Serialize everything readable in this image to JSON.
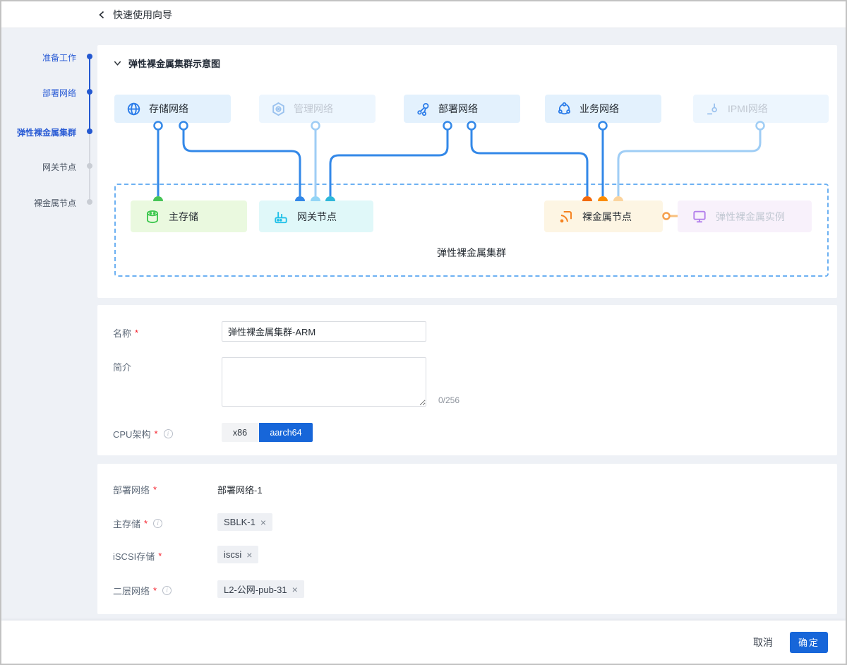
{
  "window": {
    "title": "快速使用向导"
  },
  "ui": {
    "required_mark": "*",
    "remove_mark": "×",
    "info_mark": "i"
  },
  "sidebar": {
    "steps": [
      {
        "label": "准备工作",
        "state": "done"
      },
      {
        "label": "部署网络",
        "state": "done"
      },
      {
        "label": "弹性裸金属集群",
        "state": "current"
      },
      {
        "label": "网关节点",
        "state": "pending"
      },
      {
        "label": "裸金属节点",
        "state": "pending"
      }
    ]
  },
  "diagram": {
    "section_title": "弹性裸金属集群示意图",
    "cluster_label": "弹性裸金属集群",
    "networks": [
      {
        "label": "存储网络",
        "icon": "globe-icon",
        "enabled": true
      },
      {
        "label": "管理网络",
        "icon": "hex-gear-icon",
        "enabled": false
      },
      {
        "label": "部署网络",
        "icon": "share-nodes-icon",
        "enabled": true
      },
      {
        "label": "业务网络",
        "icon": "ring-network-icon",
        "enabled": true
      },
      {
        "label": "IPMI网络",
        "icon": "ipmi-connector-icon",
        "enabled": false
      }
    ],
    "nodes": [
      {
        "label": "主存储",
        "icon": "database-icon",
        "theme": "green"
      },
      {
        "label": "网关节点",
        "icon": "router-icon",
        "theme": "cyan"
      },
      {
        "label": "裸金属节点",
        "icon": "cast-icon",
        "theme": "orange"
      },
      {
        "label": "弹性裸金属实例",
        "icon": "monitor-icon",
        "theme": "purple",
        "enabled": false
      }
    ],
    "colors": {
      "line_blue": "#3388e8",
      "line_light_blue": "#9fcdf5",
      "cluster_border": "#6db1f2",
      "endpoint_green": "#47c457",
      "endpoint_blue": "#3388e8",
      "endpoint_pale_blue": "#93d5f6",
      "endpoint_cyan": "#2eb8da",
      "endpoint_dark_orange": "#f2690d",
      "endpoint_orange": "#fb8c00",
      "endpoint_pale_orange": "#fbd49e",
      "instance_link_orange": "#f5a04d"
    }
  },
  "form": {
    "name": {
      "label": "名称",
      "value": "弹性裸金属集群-ARM"
    },
    "desc": {
      "label": "简介",
      "value": "",
      "counter": "0/256"
    },
    "cpu": {
      "label": "CPU架构",
      "options": [
        "x86",
        "aarch64"
      ],
      "selected": "aarch64"
    }
  },
  "network_form": {
    "deploy": {
      "label": "部署网络",
      "value": "部署网络-1"
    },
    "primary_storage": {
      "label": "主存储",
      "tag": "SBLK-1"
    },
    "iscsi": {
      "label": "iSCSI存储",
      "tag": "iscsi"
    },
    "l2": {
      "label": "二层网络",
      "tag": "L2-公网-pub-31"
    }
  },
  "footer": {
    "cancel_label": "取消",
    "confirm_label": "确定"
  },
  "accent_color": "#1766d9"
}
